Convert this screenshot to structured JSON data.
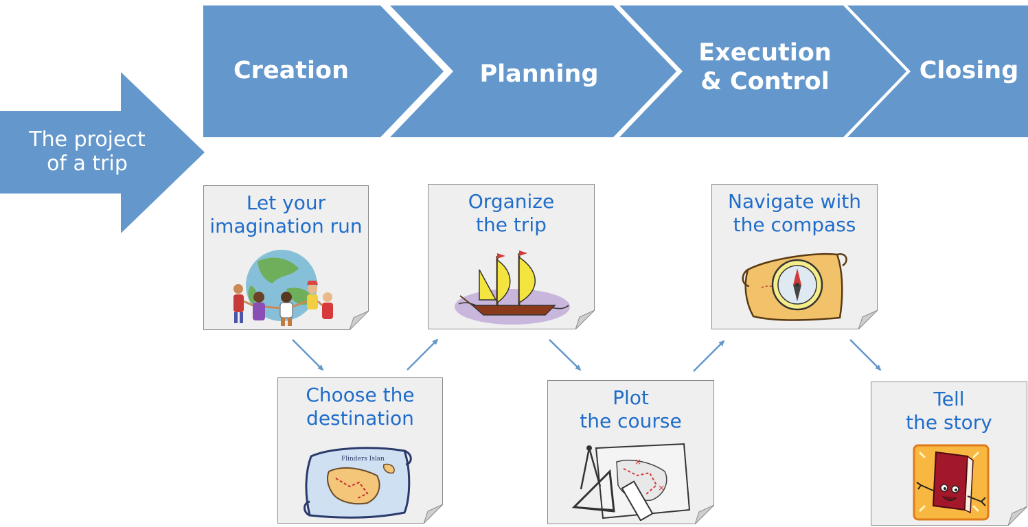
{
  "diagram": {
    "start_arrow": {
      "line1": "The project",
      "line2": "of a trip"
    },
    "phases": [
      {
        "label": "Creation"
      },
      {
        "label": "Planning"
      },
      {
        "label": "Execution\n& Control"
      },
      {
        "label": "Closing"
      }
    ],
    "steps": [
      {
        "line1": "Let your",
        "line2": "imagination run",
        "icon": "globe-children-icon"
      },
      {
        "line1": "Choose the",
        "line2": "destination",
        "icon": "treasure-map-icon"
      },
      {
        "line1": "Organize",
        "line2": "the trip",
        "icon": "sailboat-icon"
      },
      {
        "line1": "Plot",
        "line2": "the course",
        "icon": "navigation-tools-icon"
      },
      {
        "line1": "Navigate with",
        "line2": "the compass",
        "icon": "compass-icon"
      },
      {
        "line1": "Tell",
        "line2": "the story",
        "icon": "storybook-icon"
      }
    ],
    "map_label": "Flinders Islan",
    "colors": {
      "chevron": "#6497cb",
      "step_text": "#1f6cc9",
      "note_bg": "#efefef",
      "connector": "#6497cb"
    }
  }
}
